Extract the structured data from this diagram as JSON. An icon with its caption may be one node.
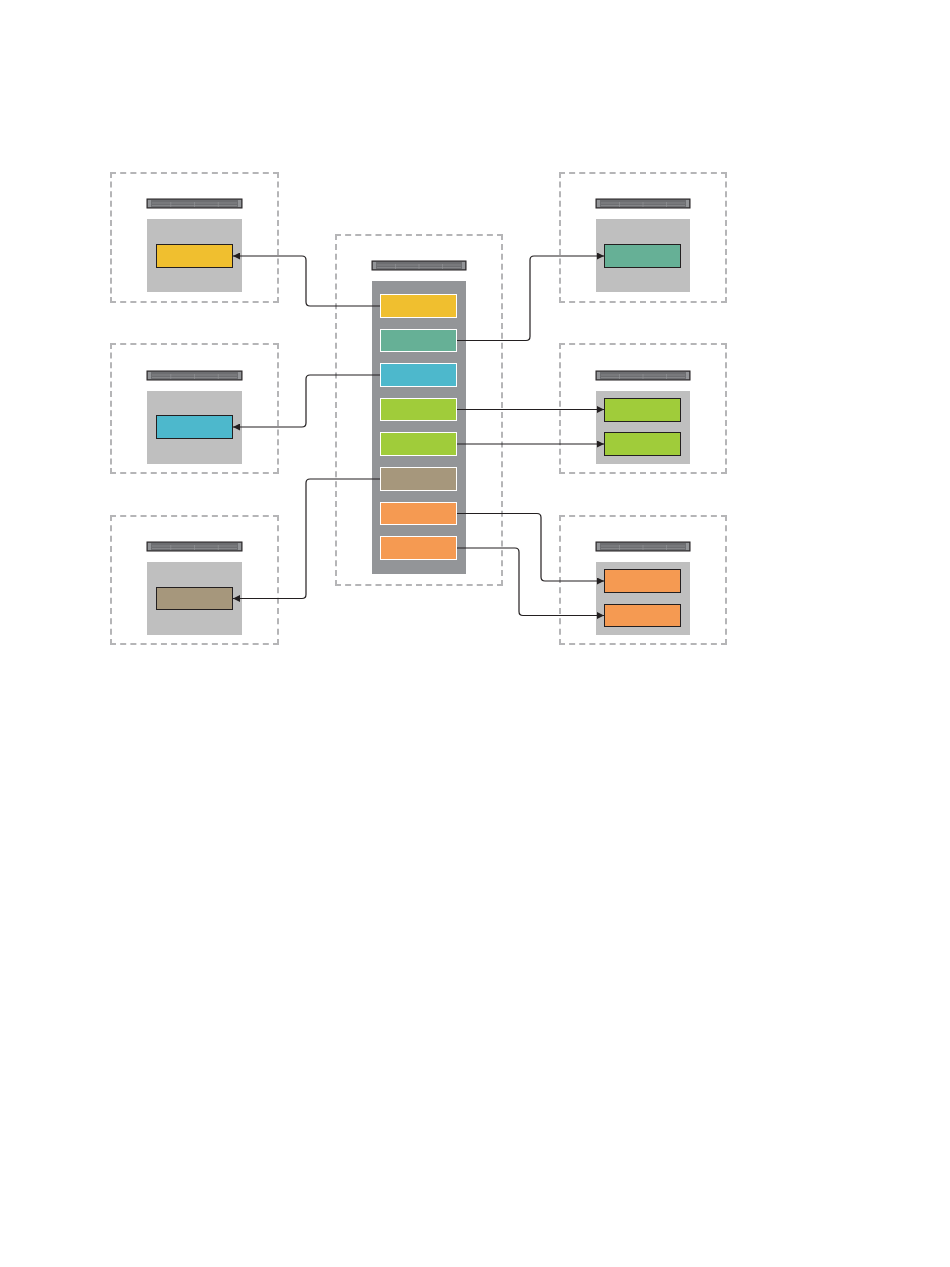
{
  "diagram": {
    "nodes": [
      {
        "text": [],
        "shape": "box"
      },
      {
        "text": [],
        "shape": "box",
        "in": 0
      },
      {
        "text": [],
        "shape": "box",
        "in": 1
      },
      {
        "text": [],
        "shape": "box"
      },
      {
        "text": [],
        "shape": "box",
        "in": 3
      },
      {
        "text": [],
        "shape": "box",
        "in": 4
      },
      {
        "text": [],
        "shape": "box",
        "in": 4
      },
      {
        "text": [],
        "shape": "box",
        "in": 4
      },
      {
        "text": [],
        "shape": "box",
        "in": 4
      },
      {
        "text": [],
        "shape": "box",
        "in": 4
      },
      {
        "text": [],
        "shape": "box",
        "in": 4
      },
      {
        "text": [],
        "shape": "box",
        "in": 4
      },
      {
        "text": [],
        "shape": "box",
        "in": 4
      },
      {
        "text": [],
        "shape": "box"
      },
      {
        "text": [],
        "shape": "box",
        "in": 13
      },
      {
        "text": [],
        "shape": "box",
        "in": 14
      },
      {
        "text": [],
        "shape": "box"
      },
      {
        "text": [],
        "shape": "box",
        "in": 16
      },
      {
        "text": [],
        "shape": "box",
        "in": 17
      },
      {
        "text": [],
        "shape": "box"
      },
      {
        "text": [],
        "shape": "box",
        "in": 19
      },
      {
        "text": [],
        "shape": "box",
        "in": 20
      },
      {
        "text": [],
        "shape": "box",
        "in": 20
      },
      {
        "text": [],
        "shape": "box"
      },
      {
        "text": [],
        "shape": "box",
        "in": 23
      },
      {
        "text": [],
        "shape": "box",
        "in": 24
      },
      {
        "text": [],
        "shape": "box"
      },
      {
        "text": [],
        "shape": "box",
        "in": 26
      },
      {
        "text": [],
        "shape": "box",
        "in": 27
      },
      {
        "text": [],
        "shape": "box",
        "in": 27
      }
    ],
    "edges": [
      {
        "from": 5,
        "to": 2,
        "arrow": "to"
      },
      {
        "from": 6,
        "to": 15,
        "arrow": "to"
      },
      {
        "from": 7,
        "to": 18,
        "arrow": "to"
      },
      {
        "from": 8,
        "to": 21,
        "arrow": "to"
      },
      {
        "from": 9,
        "to": 22,
        "arrow": "to"
      },
      {
        "from": 10,
        "to": 25,
        "arrow": "to"
      },
      {
        "from": 11,
        "to": 28,
        "arrow": "to"
      },
      {
        "from": 12,
        "to": 29,
        "arrow": "to"
      }
    ]
  }
}
